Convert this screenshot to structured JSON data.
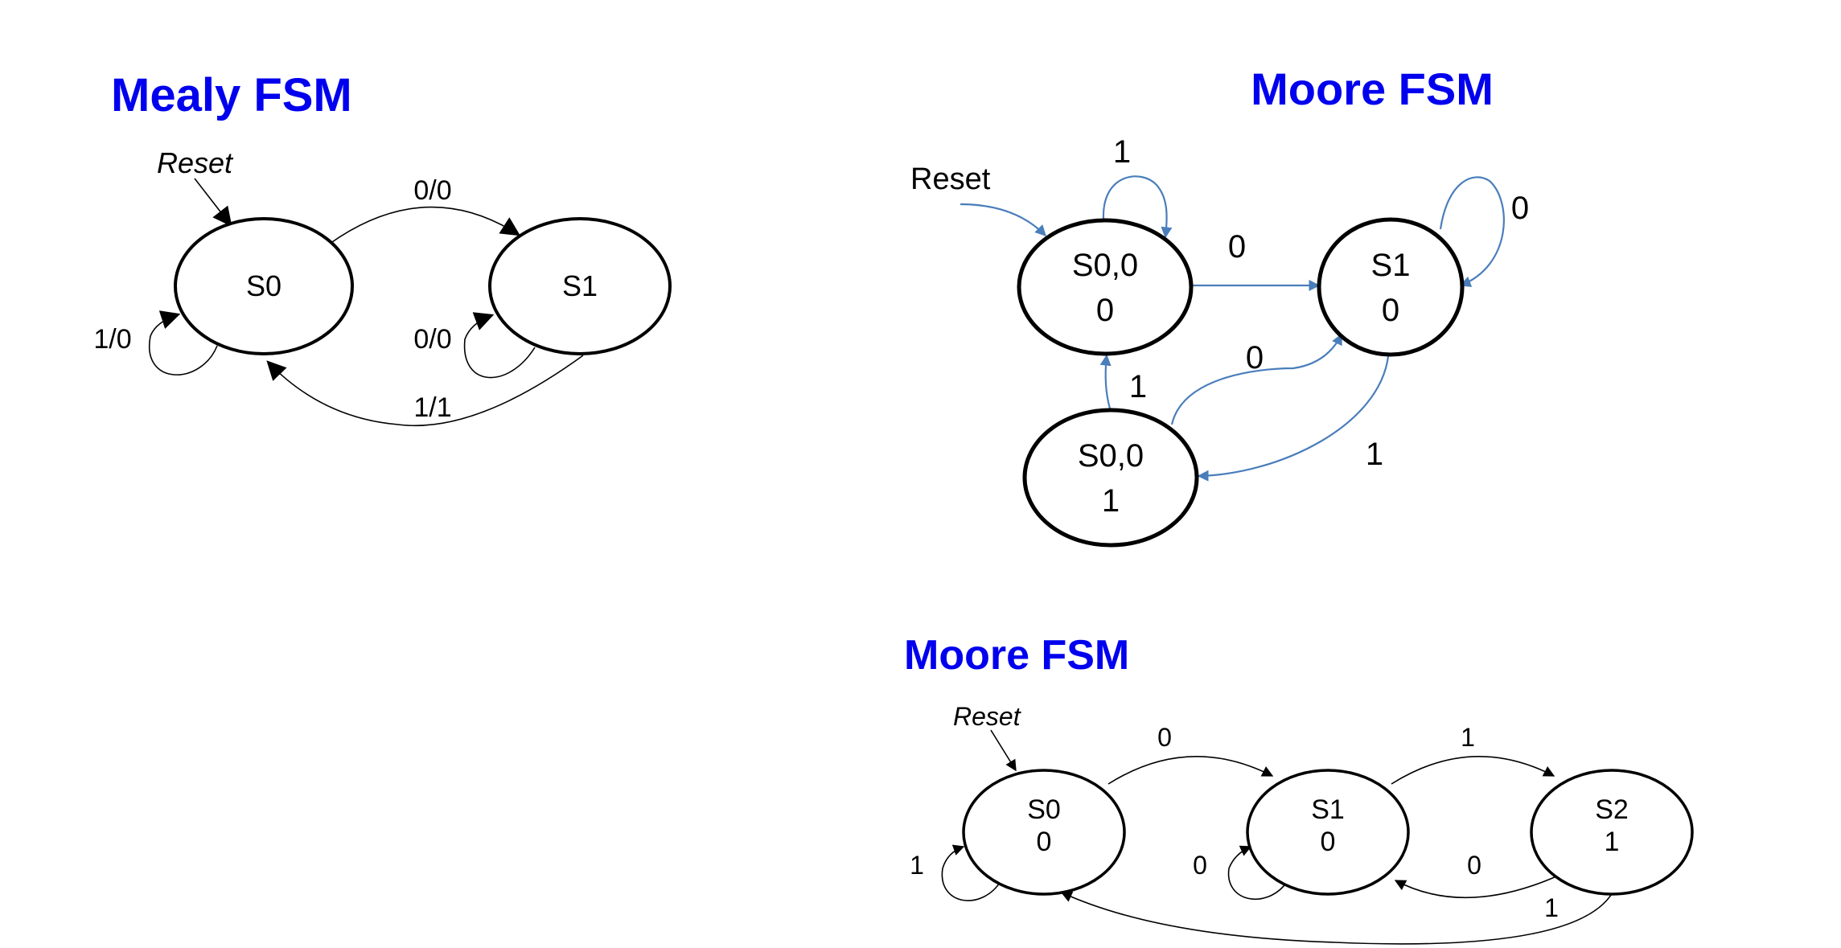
{
  "colors": {
    "title": "#0000ee",
    "moore_arrow": "#4a7ebb",
    "line": "#000000"
  },
  "mealy": {
    "title": "Mealy FSM",
    "reset": "Reset",
    "states": {
      "s0": "S0",
      "s1": "S1"
    },
    "transitions": {
      "s0_s1": "0/0",
      "s0_self": "1/0",
      "s1_self": "0/0",
      "s1_s0": "1/1"
    }
  },
  "moore1": {
    "title": "Moore FSM",
    "reset": "Reset",
    "states": {
      "a": {
        "name": "S0,0",
        "out": "0"
      },
      "b": {
        "name": "S1",
        "out": "0"
      },
      "c": {
        "name": "S0,0",
        "out": "1"
      }
    },
    "transitions": {
      "a_self": "1",
      "a_b": "0",
      "b_self": "0",
      "c_b": "0",
      "c_a": "1",
      "b_c": "1"
    }
  },
  "moore2": {
    "title": "Moore FSM",
    "reset": "Reset",
    "states": {
      "s0": {
        "name": "S0",
        "out": "0"
      },
      "s1": {
        "name": "S1",
        "out": "0"
      },
      "s2": {
        "name": "S2",
        "out": "1"
      }
    },
    "transitions": {
      "s0_s1": "0",
      "s1_s2": "1",
      "s0_self": "1",
      "s1_self": "0",
      "s2_s1": "0",
      "s2_s0": "1"
    }
  }
}
